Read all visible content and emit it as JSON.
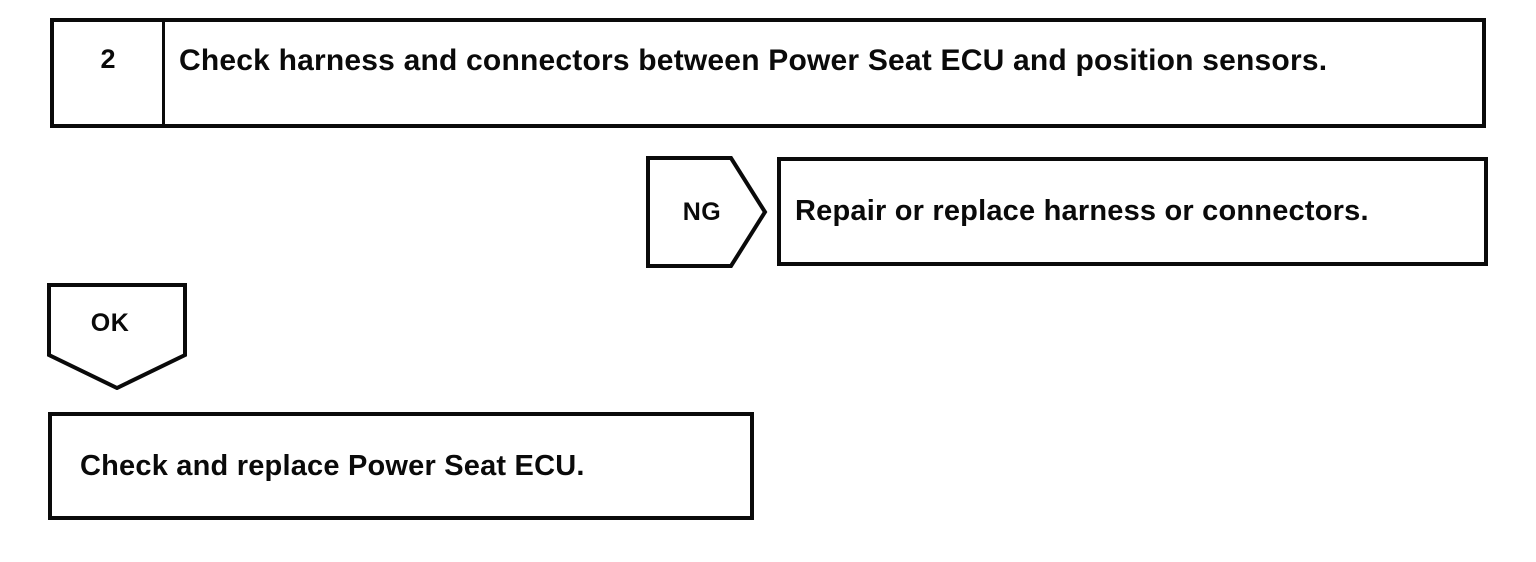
{
  "flowchart": {
    "step": {
      "number": "2",
      "instruction": "Check harness and connectors between Power Seat ECU and position sensors."
    },
    "ng_branch": {
      "label": "NG",
      "action": "Repair or replace harness or connectors."
    },
    "ok_branch": {
      "label": "OK",
      "action": "Check and replace Power Seat ECU."
    },
    "line_color": "#0a0a0a",
    "background_color": "#ffffff"
  }
}
